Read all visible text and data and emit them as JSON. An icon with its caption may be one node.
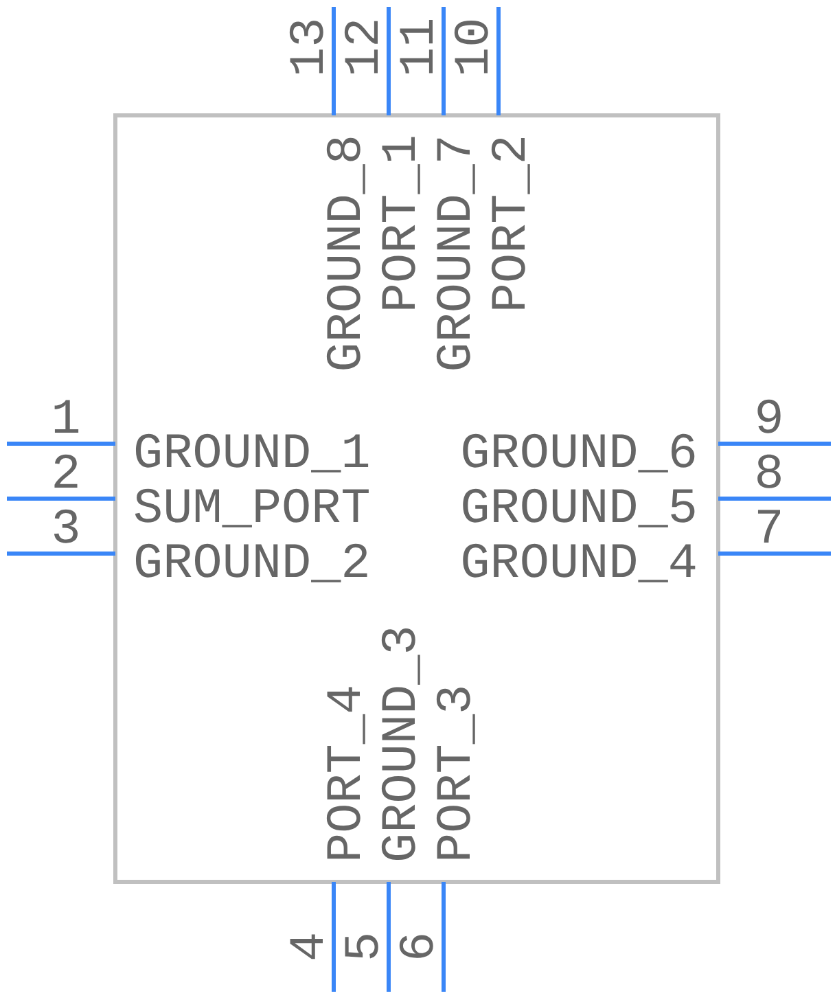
{
  "diagram": {
    "nodes": [
      {
        "text": [],
        "shape": "box"
      }
    ],
    "labels": [
      "13",
      "12",
      "11",
      "10",
      "GROUND_8",
      "PORT_1",
      "GROUND_7",
      "PORT_2",
      "1",
      "GROUND_1",
      "GROUND_6",
      "9",
      "2",
      "SUM_PORT",
      "GROUND_5",
      "8",
      "3",
      "GROUND_2",
      "GROUND_4",
      "7",
      "PORT_4",
      "GROUND_3",
      "PORT_3",
      "4",
      "5",
      "6"
    ]
  }
}
